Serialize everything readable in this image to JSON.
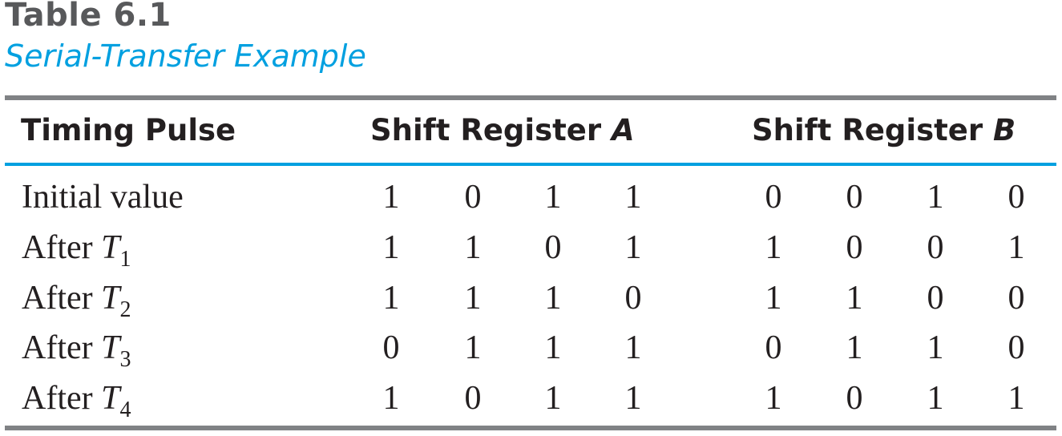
{
  "caption": {
    "label": "Table 6.1",
    "title": "Serial-Transfer Example"
  },
  "headers": {
    "timing": "Timing Pulse",
    "reg_a_prefix": "Shift Register ",
    "reg_a_var": "A",
    "reg_b_prefix": "Shift Register ",
    "reg_b_var": "B"
  },
  "colors": {
    "accent": "#00a0e0",
    "rule": "#808285",
    "label_gray": "#58595b",
    "text": "#231f20"
  },
  "rows": [
    {
      "prefix": "Initial value",
      "var": "",
      "sub": "",
      "a": [
        "1",
        "0",
        "1",
        "1"
      ],
      "b": [
        "0",
        "0",
        "1",
        "0"
      ]
    },
    {
      "prefix": "After ",
      "var": "T",
      "sub": "1",
      "a": [
        "1",
        "1",
        "0",
        "1"
      ],
      "b": [
        "1",
        "0",
        "0",
        "1"
      ]
    },
    {
      "prefix": "After ",
      "var": "T",
      "sub": "2",
      "a": [
        "1",
        "1",
        "1",
        "0"
      ],
      "b": [
        "1",
        "1",
        "0",
        "0"
      ]
    },
    {
      "prefix": "After ",
      "var": "T",
      "sub": "3",
      "a": [
        "0",
        "1",
        "1",
        "1"
      ],
      "b": [
        "0",
        "1",
        "1",
        "0"
      ]
    },
    {
      "prefix": "After ",
      "var": "T",
      "sub": "4",
      "a": [
        "1",
        "0",
        "1",
        "1"
      ],
      "b": [
        "1",
        "0",
        "1",
        "1"
      ]
    }
  ]
}
